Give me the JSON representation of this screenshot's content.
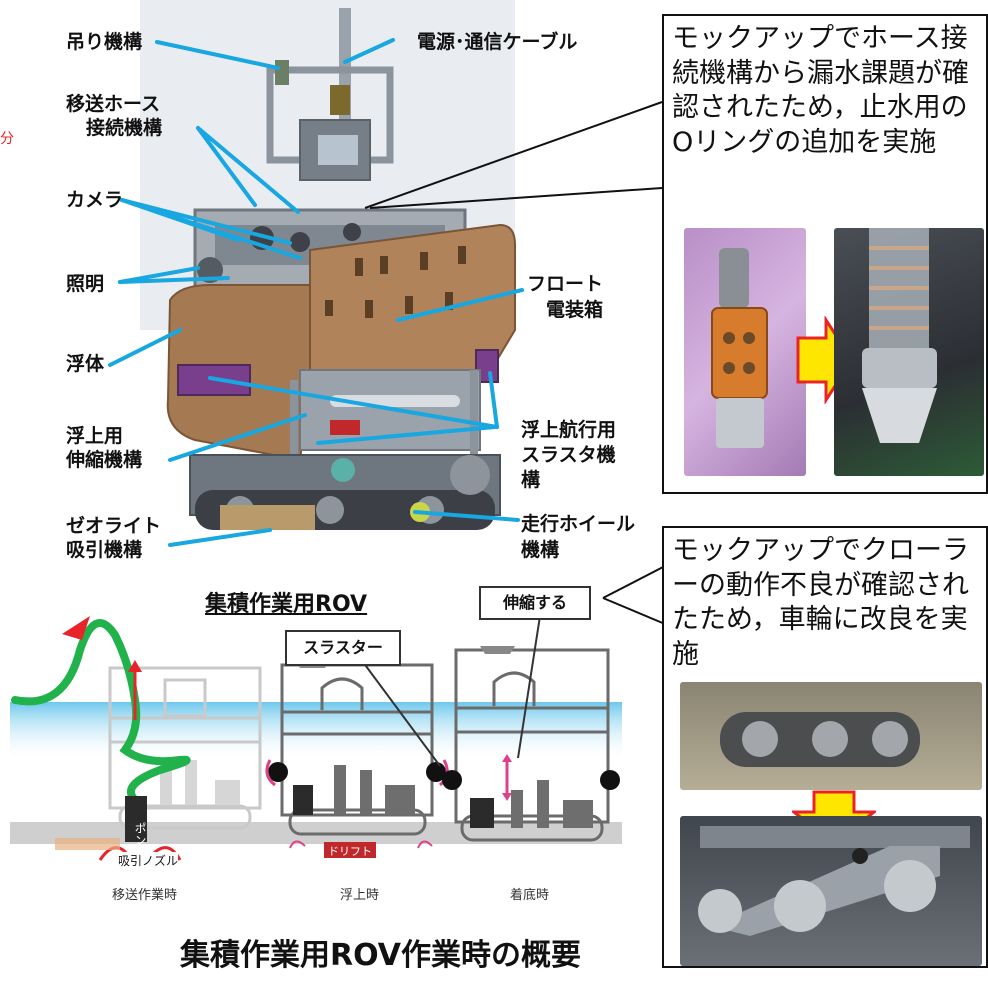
{
  "side_note": "分",
  "rov_labels": {
    "hoist": "吊り機構",
    "power_cable": "電源･通信ケーブル",
    "hose_connection_1": "移送ホース",
    "hose_connection_2": "接続機構",
    "camera": "カメラ",
    "lighting": "照明",
    "buoy": "浮体",
    "lift_telescopic_1": "浮上用",
    "lift_telescopic_2": "伸縮機構",
    "zeolite_suction_1": "ゼオライト",
    "zeolite_suction_2": "吸引機構",
    "float_box_1": "フロート",
    "float_box_2": "電装箱",
    "thruster_1": "浮上航行用",
    "thruster_2": "スラスタ機",
    "thruster_3": "構",
    "wheel_1": "走行ホイール",
    "wheel_2": "機構"
  },
  "callouts": {
    "hose_fix": "モックアップでホース接続機構から漏水課題が確認されたため，止水用のOリングの追加を実施",
    "crawler_fix": "モックアップでクローラーの動作不良が確認されたため，車輪に改良を実施"
  },
  "captions": {
    "rov_title": "集積作業用ROV",
    "overview_title": "集積作業用ROV作業時の概要"
  },
  "diagram": {
    "telescoping_tag": "伸縮する",
    "thruster_tag": "スラスター",
    "pump_label": "ポンプ",
    "nozzle_label": "吸引ノズル",
    "drift_label": "ドリフト",
    "phases": [
      "移送作業時",
      "浮上時",
      "着底時"
    ]
  },
  "colors": {
    "float_brown": "#b0835a",
    "leader_blue": "#18a7e0",
    "hose_green": "#22b24c",
    "water_blue": "#8fd3ee",
    "arrow_yellow": "#ffe600",
    "arrow_red": "#e8242a",
    "highlight_pink": "#e0408a"
  }
}
